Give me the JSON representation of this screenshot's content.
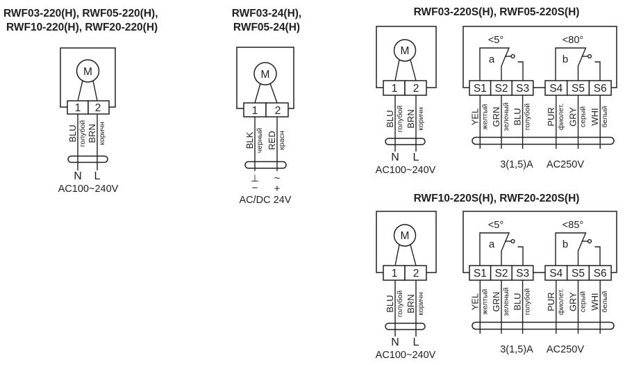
{
  "colors": {
    "line": "#1f1f1f",
    "background": "#ffffff"
  },
  "diagram_220": {
    "title_line1": "RWF03-220(H), RWF05-220(H),",
    "title_line2": "RWF10-220(H), RWF20-220(H)",
    "motor": "M",
    "terminal1": "1",
    "terminal2": "2",
    "wire1_code": "BLU",
    "wire1_name": "голубой",
    "wire2_code": "BRN",
    "wire2_name": "коричн",
    "neutral": "N",
    "line_term": "L",
    "supply": "AC100~240V"
  },
  "diagram_24": {
    "title_line1": "RWF03-24(H),",
    "title_line2": "RWF05-24(H)",
    "motor": "M",
    "terminal1": "1",
    "terminal2": "2",
    "wire1_code": "BLK",
    "wire1_name": "черный",
    "wire2_code": "RED",
    "wire2_name": "красн",
    "wire1_sym_top": "⊥",
    "wire1_sym_bottom": "−",
    "wire2_sym_top": "~",
    "wire2_sym_bottom": "+",
    "supply": "AC/DC 24V"
  },
  "diagram_220s_a": {
    "title": "RWF03-220S(H), RWF05-220S(H)",
    "motor": {
      "label": "M",
      "terminal1": "1",
      "terminal2": "2",
      "wire1_code": "BLU",
      "wire1_name": "голубой",
      "wire2_code": "BRN",
      "wire2_name": "коричн",
      "neutral": "N",
      "line_term": "L",
      "supply": "AC100~240V"
    },
    "switch1": {
      "angle": "<5°",
      "label": "a",
      "t1": "S1",
      "t2": "S2",
      "t3": "S3",
      "wire1_code": "YEL",
      "wire1_name": "желтый",
      "wire2_code": "GRN",
      "wire2_name": "зеленый",
      "wire3_code": "BLU",
      "wire3_name": "голубой"
    },
    "switch2": {
      "angle": "<80°",
      "label": "b",
      "t1": "S4",
      "t2": "S5",
      "t3": "S6",
      "wire1_code": "PUR",
      "wire1_name": "фиолет.",
      "wire2_code": "GRY",
      "wire2_name": "серый",
      "wire3_code": "WHI",
      "wire3_name": "белый"
    },
    "rating_current": "3(1,5)A",
    "rating_voltage": "AC250V"
  },
  "diagram_220s_b": {
    "title": "RWF10-220S(H), RWF20-220S(H)",
    "motor": {
      "label": "M",
      "terminal1": "1",
      "terminal2": "2",
      "wire1_code": "BLU",
      "wire1_name": "голубой",
      "wire2_code": "BRN",
      "wire2_name": "коричн",
      "neutral": "N",
      "line_term": "L",
      "supply": "AC100~240V"
    },
    "switch1": {
      "angle": "<5°",
      "label": "a",
      "t1": "S1",
      "t2": "S2",
      "t3": "S3",
      "wire1_code": "YEL",
      "wire1_name": "желтый",
      "wire2_code": "GRN",
      "wire2_name": "зеленый",
      "wire3_code": "BLU",
      "wire3_name": "голубой"
    },
    "switch2": {
      "angle": "<85°",
      "label": "b",
      "t1": "S4",
      "t2": "S5",
      "t3": "S6",
      "wire1_code": "PUR",
      "wire1_name": "фиолет.",
      "wire2_code": "GRY",
      "wire2_name": "серый",
      "wire3_code": "WHI",
      "wire3_name": "белый"
    },
    "rating_current": "3(1,5)A",
    "rating_voltage": "AC250V"
  }
}
